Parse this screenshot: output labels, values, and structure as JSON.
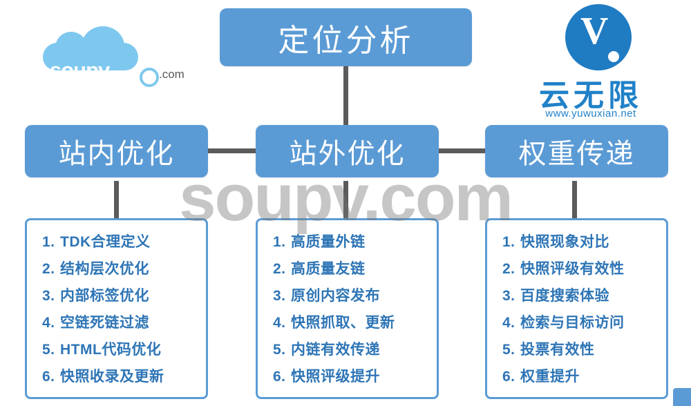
{
  "root": {
    "label": "定位分析"
  },
  "level2": [
    {
      "label": "站内优化"
    },
    {
      "label": "站外优化"
    },
    {
      "label": "权重传递"
    }
  ],
  "columns": [
    {
      "items": [
        {
          "num": "1.",
          "text": "TDK合理定义"
        },
        {
          "num": "2.",
          "text": "结构层次优化"
        },
        {
          "num": "3.",
          "text": "内部标签优化"
        },
        {
          "num": "4.",
          "text": "空链死链过滤"
        },
        {
          "num": "5.",
          "text": "HTML代码优化"
        },
        {
          "num": "6.",
          "text": "快照收录及更新"
        }
      ]
    },
    {
      "items": [
        {
          "num": "1.",
          "text": "高质量外链"
        },
        {
          "num": "2.",
          "text": "高质量友链"
        },
        {
          "num": "3.",
          "text": "原创内容发布"
        },
        {
          "num": "4.",
          "text": "快照抓取、更新"
        },
        {
          "num": "5.",
          "text": "内链有效传递"
        },
        {
          "num": "6.",
          "text": "快照评级提升"
        }
      ]
    },
    {
      "items": [
        {
          "num": "1.",
          "text": "快照现象对比"
        },
        {
          "num": "2.",
          "text": "快照评级有效性"
        },
        {
          "num": "3.",
          "text": "百度搜索体验"
        },
        {
          "num": "4.",
          "text": "检索与目标访问"
        },
        {
          "num": "5.",
          "text": "投票有效性"
        },
        {
          "num": "6.",
          "text": "权重提升"
        }
      ]
    }
  ],
  "logo_soupv": {
    "word": "soupv",
    "suffix": ".com"
  },
  "logo_yuwuxian": {
    "cn": "云无限",
    "url": "www.yuwuxian.net"
  },
  "watermark": {
    "text": "soupv.com"
  },
  "colors": {
    "box_fill": "#5b9bd5",
    "list_text": "#2e75b6",
    "connector": "#5b5b5b",
    "logo_blue": "#2081c8",
    "cloud_blue": "#7ec8ef"
  }
}
